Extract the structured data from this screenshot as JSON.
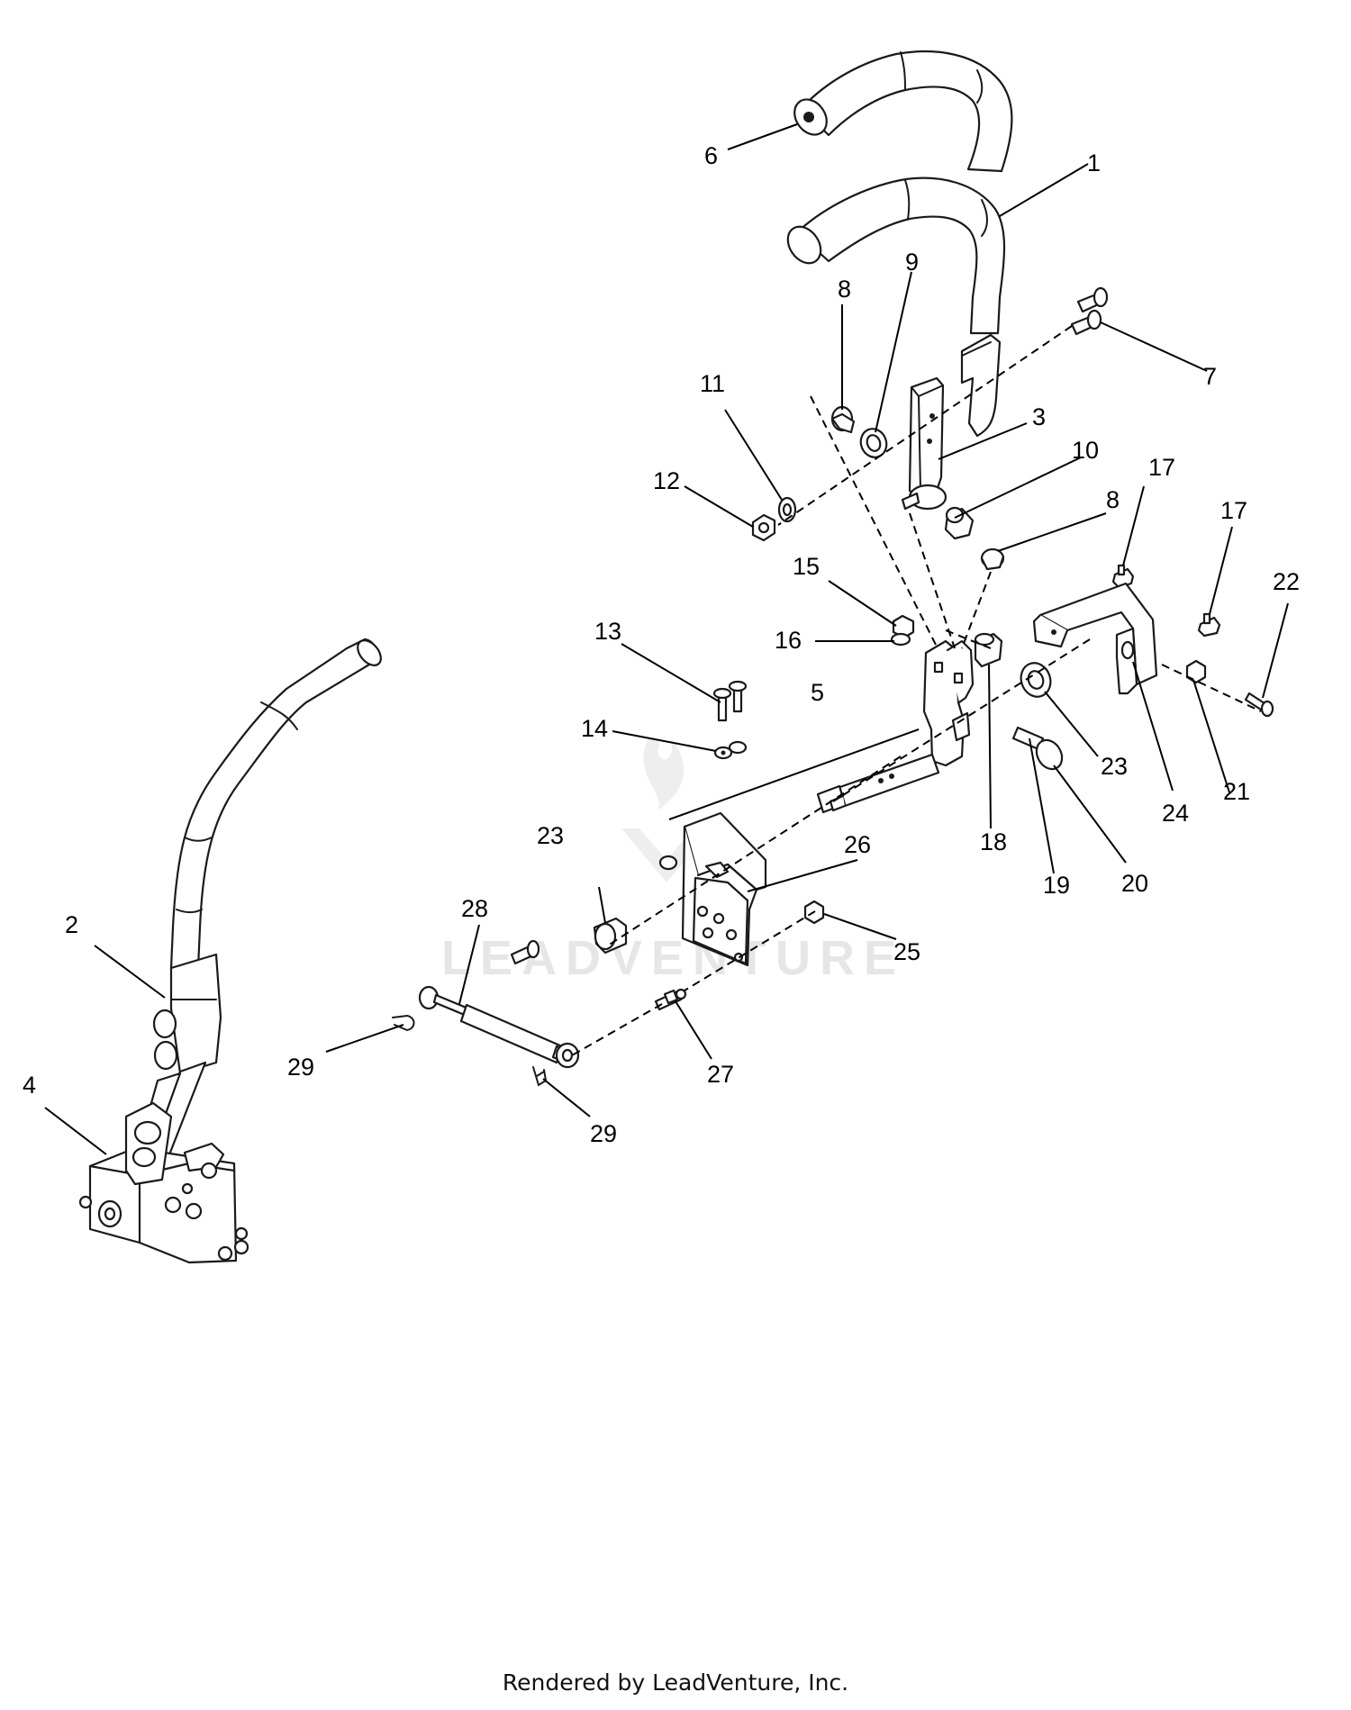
{
  "diagram": {
    "watermark_text": "LEADVENTURE",
    "callouts": {
      "c1": "1",
      "c2": "2",
      "c3": "3",
      "c4": "4",
      "c5": "5",
      "c6": "6",
      "c7": "7",
      "c8a": "8",
      "c8b": "8",
      "c9": "9",
      "c10": "10",
      "c11": "11",
      "c12": "12",
      "c13": "13",
      "c14": "14",
      "c15": "15",
      "c16": "16",
      "c17a": "17",
      "c17b": "17",
      "c18": "18",
      "c19": "19",
      "c20": "20",
      "c21": "21",
      "c22": "22",
      "c23a": "23",
      "c23b": "23",
      "c24": "24",
      "c25": "25",
      "c26": "26",
      "c27": "27",
      "c28": "28",
      "c29a": "29",
      "c29b": "29"
    }
  },
  "footer": {
    "text": "Rendered by LeadVenture, Inc."
  }
}
